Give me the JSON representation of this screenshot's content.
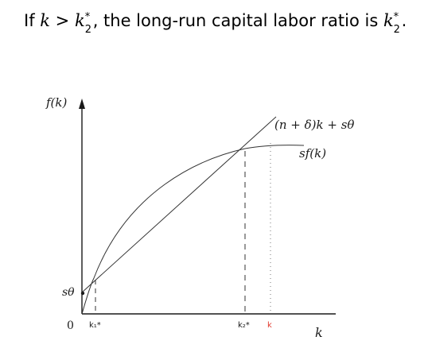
{
  "headline": {
    "prefix": "If ",
    "k_var": "k",
    "gt": " > ",
    "k2_var": "k",
    "k2_sub": "2",
    "k2_sup": "*",
    "mid": ", the long-run capital labor ratio is ",
    "k2b_var": "k",
    "k2b_sub": "2",
    "k2b_sup": "*",
    "end": "."
  },
  "diagram": {
    "y_axis_label": "f(k)",
    "x_axis_label": "k",
    "origin_label": "0",
    "intercept_label": "sθ",
    "line_label": "(n + δ)k + sθ",
    "curve_label": "sf(k)",
    "tick_k1": "k₁*",
    "tick_k2": "k₂*",
    "tick_k": "k",
    "colors": {
      "ink": "#1a1a1a",
      "highlight_k": "#e23a2e"
    }
  }
}
